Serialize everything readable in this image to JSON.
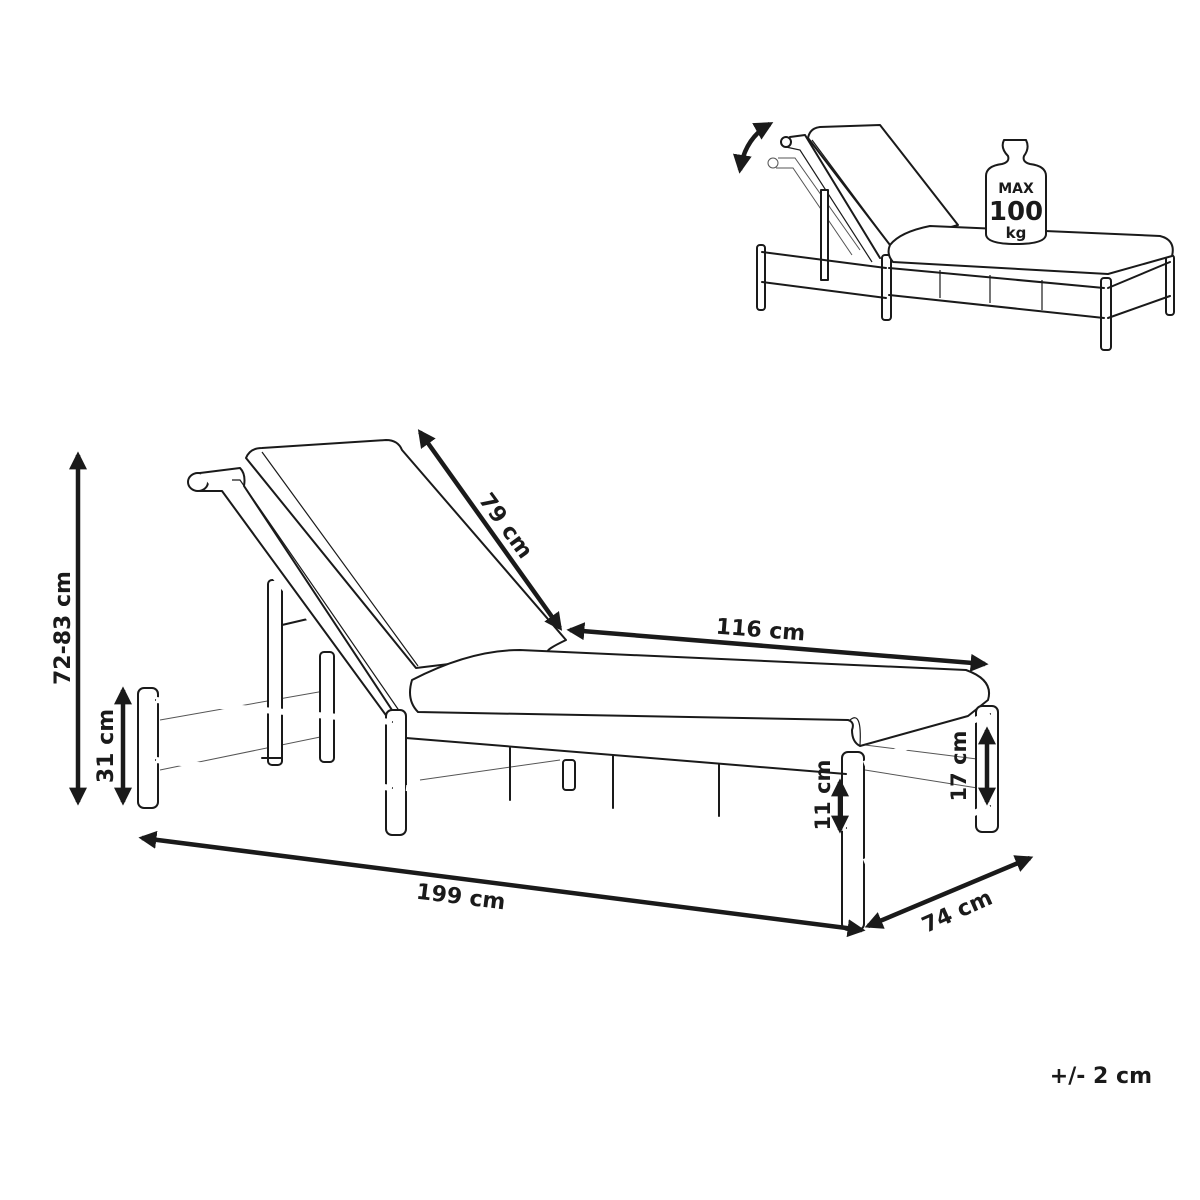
{
  "diagram": {
    "subject": "sun lounger with adjustable backrest",
    "dimensions": {
      "total_height": "72-83 cm",
      "frame_height": "31 cm",
      "backrest_length": "79 cm",
      "seat_cushion_length": "116 cm",
      "total_length": "199 cm",
      "width": "74 cm",
      "ground_clearance": "11 cm",
      "side_rail_height": "17 cm"
    },
    "inset": {
      "weight_badge": {
        "line1": "MAX",
        "line2": "100",
        "line3": "kg"
      },
      "adjust_indicator": "double-curved-arrow"
    },
    "tolerance": "+/- 2 cm",
    "colors": {
      "ink": "#1a1a1a",
      "background": "#ffffff"
    }
  }
}
